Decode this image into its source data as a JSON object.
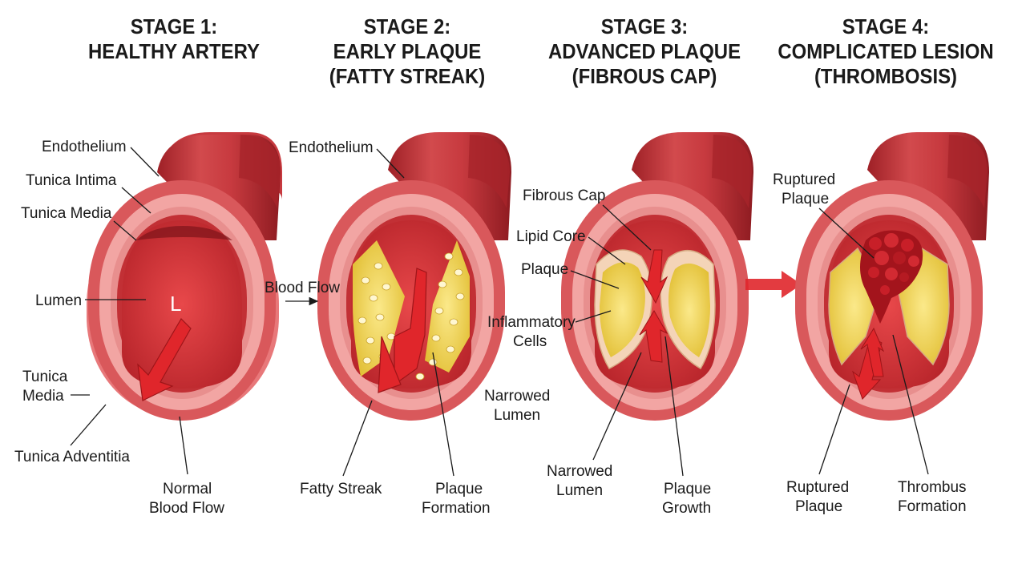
{
  "stages": [
    {
      "title1": "STAGE 1:",
      "title2": "HEALTHY ARTERY",
      "title3": "",
      "lumen_letter": "L",
      "labels": {
        "endothelium": "Endothelium",
        "tunica_intima": "Tunica Intima",
        "tunica_media_top": "Tunica Media",
        "lumen": "Lumen",
        "tunica_media_1": "Tunica",
        "tunica_media_2": "Media",
        "tunica_adventitia": "Tunica Adventitia",
        "normal_flow_1": "Normal",
        "normal_flow_2": "Blood Flow"
      }
    },
    {
      "title1": "STAGE 2:",
      "title2": "EARLY PLAQUE",
      "title3": "(FATTY STREAK)",
      "labels": {
        "endothelium": "Endothelium",
        "blood_flow": "Blood Flow",
        "fatty_streak": "Fatty Streak",
        "plaque_formation_1": "Plaque",
        "plaque_formation_2": "Formation"
      }
    },
    {
      "title1": "STAGE 3:",
      "title2": "ADVANCED PLAQUE",
      "title3": "(FIBROUS CAP)",
      "labels": {
        "fibrous_cap": "Fibrous Cap",
        "lipid_core": "Lipid Core",
        "plaque": "Plaque",
        "inflammatory_1": "Inflammatory",
        "inflammatory_2": "Cells",
        "narrowed_a_1": "Narrowed",
        "narrowed_a_2": "Lumen",
        "narrowed_b_1": "Narrowed",
        "narrowed_b_2": "Lumen",
        "plaque_growth_1": "Plaque",
        "plaque_growth_2": "Growth"
      }
    },
    {
      "title1": "STAGE 4:",
      "title2": "COMPLICATED LESION",
      "title3": "(THROMBOSIS)",
      "labels": {
        "ruptured_top_1": "Ruptured",
        "ruptured_top_2": "Plaque",
        "ruptured_bottom_1": "Ruptured",
        "ruptured_bottom_2": "Plaque",
        "thrombus_1": "Thrombus",
        "thrombus_2": "Formation"
      }
    }
  ],
  "colors": {
    "vessel_outer": "#c73a3f",
    "vessel_dark": "#9e2026",
    "vessel_light": "#e8787a",
    "vessel_ring": "#f2a5a3",
    "lumen": "#d93437",
    "plaque_yellow": "#f0d54a",
    "arrow_red": "#e0262b",
    "clot": "#a3141c"
  }
}
